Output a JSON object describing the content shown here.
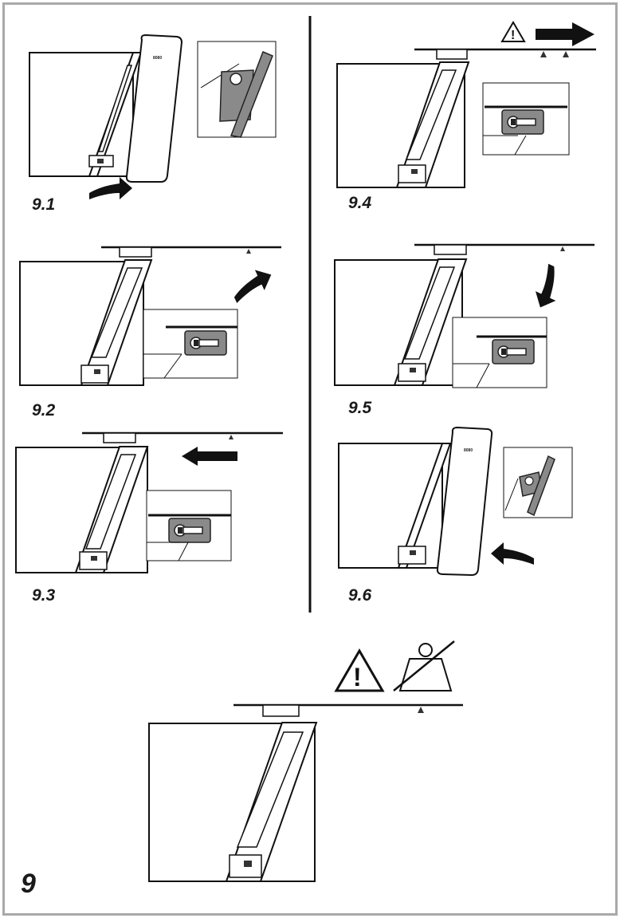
{
  "figure_label": "9",
  "steps": [
    {
      "label": "9.1"
    },
    {
      "label": "9.2"
    },
    {
      "label": "9.3"
    },
    {
      "label": "9.4"
    },
    {
      "label": "9.5"
    },
    {
      "label": "9.6"
    }
  ],
  "brand_text": "8080",
  "icons": {
    "warning": "warning-triangle-icon",
    "no_weight": "no-load-weight-icon",
    "arrow": "direction-arrow-icon"
  },
  "colors": {
    "line": "#111111",
    "frame": "#a9a9a9",
    "clip_fill": "#8a8a8a",
    "shelf_fill": "#9a9a9a"
  }
}
